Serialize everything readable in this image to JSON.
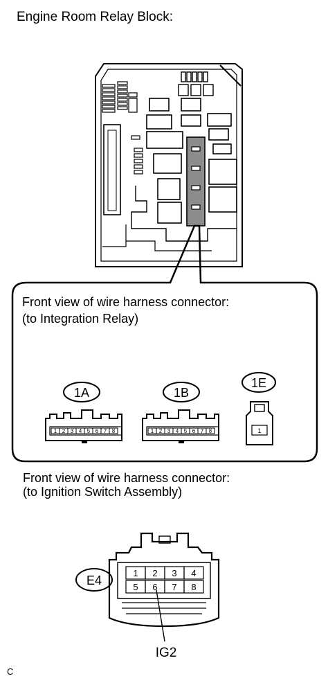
{
  "title": "Engine Room Relay Block:",
  "integration_callout": {
    "line1": "Front view of wire harness connector:",
    "line2": "(to Integration Relay)"
  },
  "connectors": {
    "c1a": {
      "label": "1A",
      "pins": [
        "1",
        "2",
        "3",
        "4",
        "5",
        "6",
        "7",
        "8"
      ]
    },
    "c1b": {
      "label": "1B",
      "pins": [
        "1",
        "2",
        "3",
        "4",
        "5",
        "6",
        "7",
        "8"
      ]
    },
    "c1e": {
      "label": "1E",
      "pins": [
        "1"
      ]
    }
  },
  "ignition_section": {
    "line1": "Front view of wire harness connector:",
    "line2": "(to Ignition Switch Assembly)",
    "connector_label": "E4",
    "pins_top": [
      "1",
      "2",
      "3",
      "4"
    ],
    "pins_bottom": [
      "5",
      "6",
      "7",
      "8"
    ],
    "terminal_label": "IG2"
  },
  "corner_mark": "C"
}
